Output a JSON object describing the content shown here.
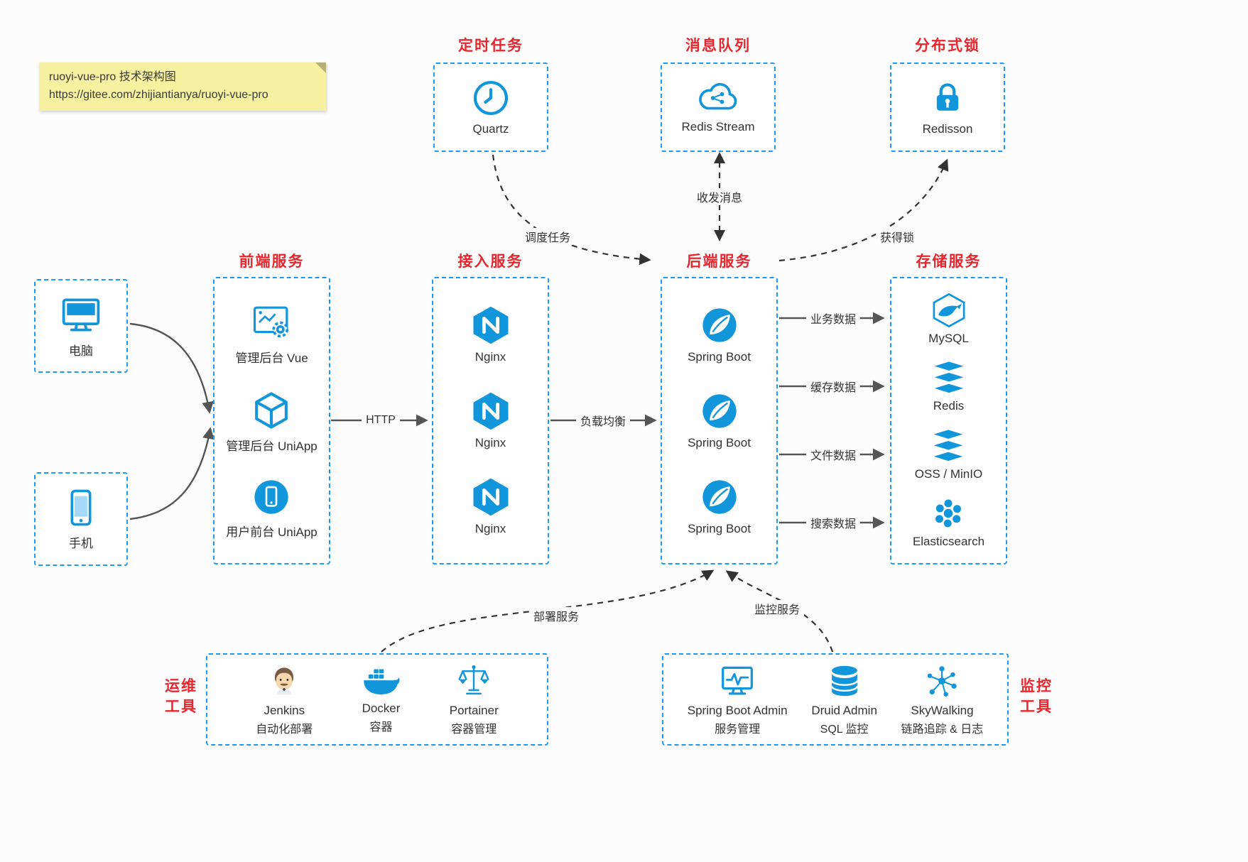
{
  "note": {
    "line1": "ruoyi-vue-pro 技术架构图",
    "line2": "https://gitee.com/zhijiantianya/ruoyi-vue-pro"
  },
  "colors": {
    "accent_red": "#e8262d",
    "icon_blue": "#1296db",
    "border_blue": "#1b9bf6"
  },
  "top": {
    "scheduled": {
      "title": "定时任务",
      "item": "Quartz"
    },
    "mq": {
      "title": "消息队列",
      "item": "Redis Stream"
    },
    "lock": {
      "title": "分布式锁",
      "item": "Redisson"
    }
  },
  "clients": {
    "pc": "电脑",
    "phone": "手机"
  },
  "frontend": {
    "title": "前端服务",
    "items": [
      "管理后台 Vue",
      "管理后台 UniApp",
      "用户前台 UniApp"
    ]
  },
  "gateway": {
    "title": "接入服务",
    "items": [
      "Nginx",
      "Nginx",
      "Nginx"
    ]
  },
  "backend": {
    "title": "后端服务",
    "items": [
      "Spring Boot",
      "Spring Boot",
      "Spring Boot"
    ]
  },
  "storage": {
    "title": "存储服务",
    "items": [
      "MySQL",
      "Redis",
      "OSS / MinIO",
      "Elasticsearch"
    ]
  },
  "edges": {
    "http": "HTTP",
    "load_balance": "负载均衡",
    "business_data": "业务数据",
    "cache_data": "缓存数据",
    "file_data": "文件数据",
    "search_data": "搜索数据",
    "schedule_task": "调度任务",
    "send_receive": "收发消息",
    "acquire_lock": "获得锁",
    "deploy": "部署服务",
    "monitor": "监控服务"
  },
  "ops": {
    "label_line1": "运维",
    "label_line2": "工具",
    "items": [
      {
        "name": "Jenkins",
        "desc": "自动化部署"
      },
      {
        "name": "Docker",
        "desc": "容器"
      },
      {
        "name": "Portainer",
        "desc": "容器管理"
      }
    ]
  },
  "monitoring": {
    "label_line1": "监控",
    "label_line2": "工具",
    "items": [
      {
        "name": "Spring Boot Admin",
        "desc": "服务管理"
      },
      {
        "name": "Druid Admin",
        "desc": "SQL 监控"
      },
      {
        "name": "SkyWalking",
        "desc": "链路追踪 & 日志"
      }
    ]
  }
}
